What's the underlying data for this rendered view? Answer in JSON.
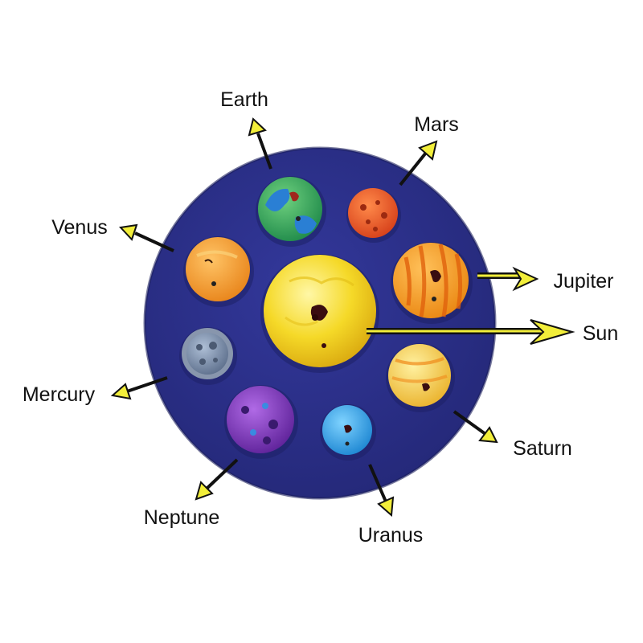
{
  "labels": {
    "earth": "Earth",
    "mars": "Mars",
    "venus": "Venus",
    "jupiter": "Jupiter",
    "sun": "Sun",
    "mercury": "Mercury",
    "saturn": "Saturn",
    "neptune": "Neptune",
    "uranus": "Uranus"
  },
  "colors": {
    "board": "#2b2f8a",
    "arrow_fill": "#f2ee3a",
    "arrow_stroke": "#111111",
    "sun": "#f5d928",
    "earth_sea": "#26a65b",
    "earth_land": "#2a7fd4",
    "mars": "#e8521f",
    "venus": "#f29a1e",
    "jupiter": "#f39a1a",
    "mercury": "#6f84a3",
    "saturn": "#f3c23a",
    "neptune": "#7a33b8",
    "uranus": "#2aa2ea"
  }
}
